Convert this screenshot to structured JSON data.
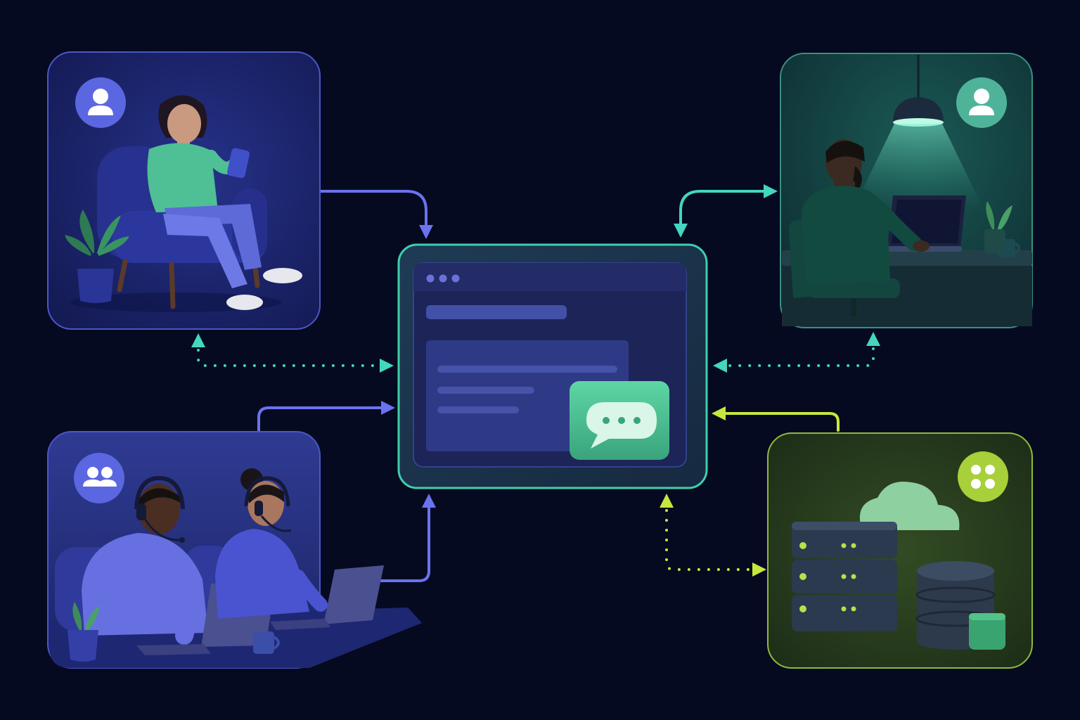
{
  "colors": {
    "background": "#060a20",
    "customer_panel": "#1a2467",
    "agent_panel": "#133d3e",
    "team_panel": "#27317a",
    "systems_panel": "#24381c",
    "hub_border": "#3fcfae",
    "customer_accent": "#5b67e0",
    "agent_accent": "#4fb39a",
    "systems_accent": "#a7d03a",
    "flow_blue": "#6a72f0",
    "flow_teal": "#43d6c0",
    "flow_lime": "#c6e83c",
    "chat_bubble": "#4fc48f"
  },
  "icons": {
    "customer_badge": "user-icon",
    "agent_badge": "user-icon",
    "team_badge": "users-icon",
    "systems_badge": "apps-grid-icon",
    "hub_message": "chat-bubble-icon"
  },
  "nodes": [
    {
      "id": "customer",
      "illustration": "woman-in-armchair-with-phone"
    },
    {
      "id": "support-agent",
      "illustration": "man-at-desk-with-laptop"
    },
    {
      "id": "support-team",
      "illustration": "two-agents-with-headsets-and-laptops"
    },
    {
      "id": "backend-systems",
      "illustration": "server-stack-cloud-and-database"
    },
    {
      "id": "chat-hub",
      "illustration": "browser-window-with-chat-bubble"
    }
  ],
  "edges": [
    {
      "from": "customer",
      "to": "chat-hub",
      "style": "solid"
    },
    {
      "from": "customer",
      "to": "chat-hub",
      "style": "dotted",
      "bidirectional": true
    },
    {
      "from": "support-agent",
      "to": "chat-hub",
      "style": "solid",
      "bidirectional": true
    },
    {
      "from": "support-agent",
      "to": "chat-hub",
      "style": "dotted",
      "bidirectional": true
    },
    {
      "from": "support-team",
      "to": "chat-hub",
      "style": "solid"
    },
    {
      "from": "support-team",
      "to": "chat-hub",
      "style": "solid"
    },
    {
      "from": "backend-systems",
      "to": "chat-hub",
      "style": "solid"
    },
    {
      "from": "backend-systems",
      "to": "chat-hub",
      "style": "dotted",
      "bidirectional": true
    }
  ]
}
